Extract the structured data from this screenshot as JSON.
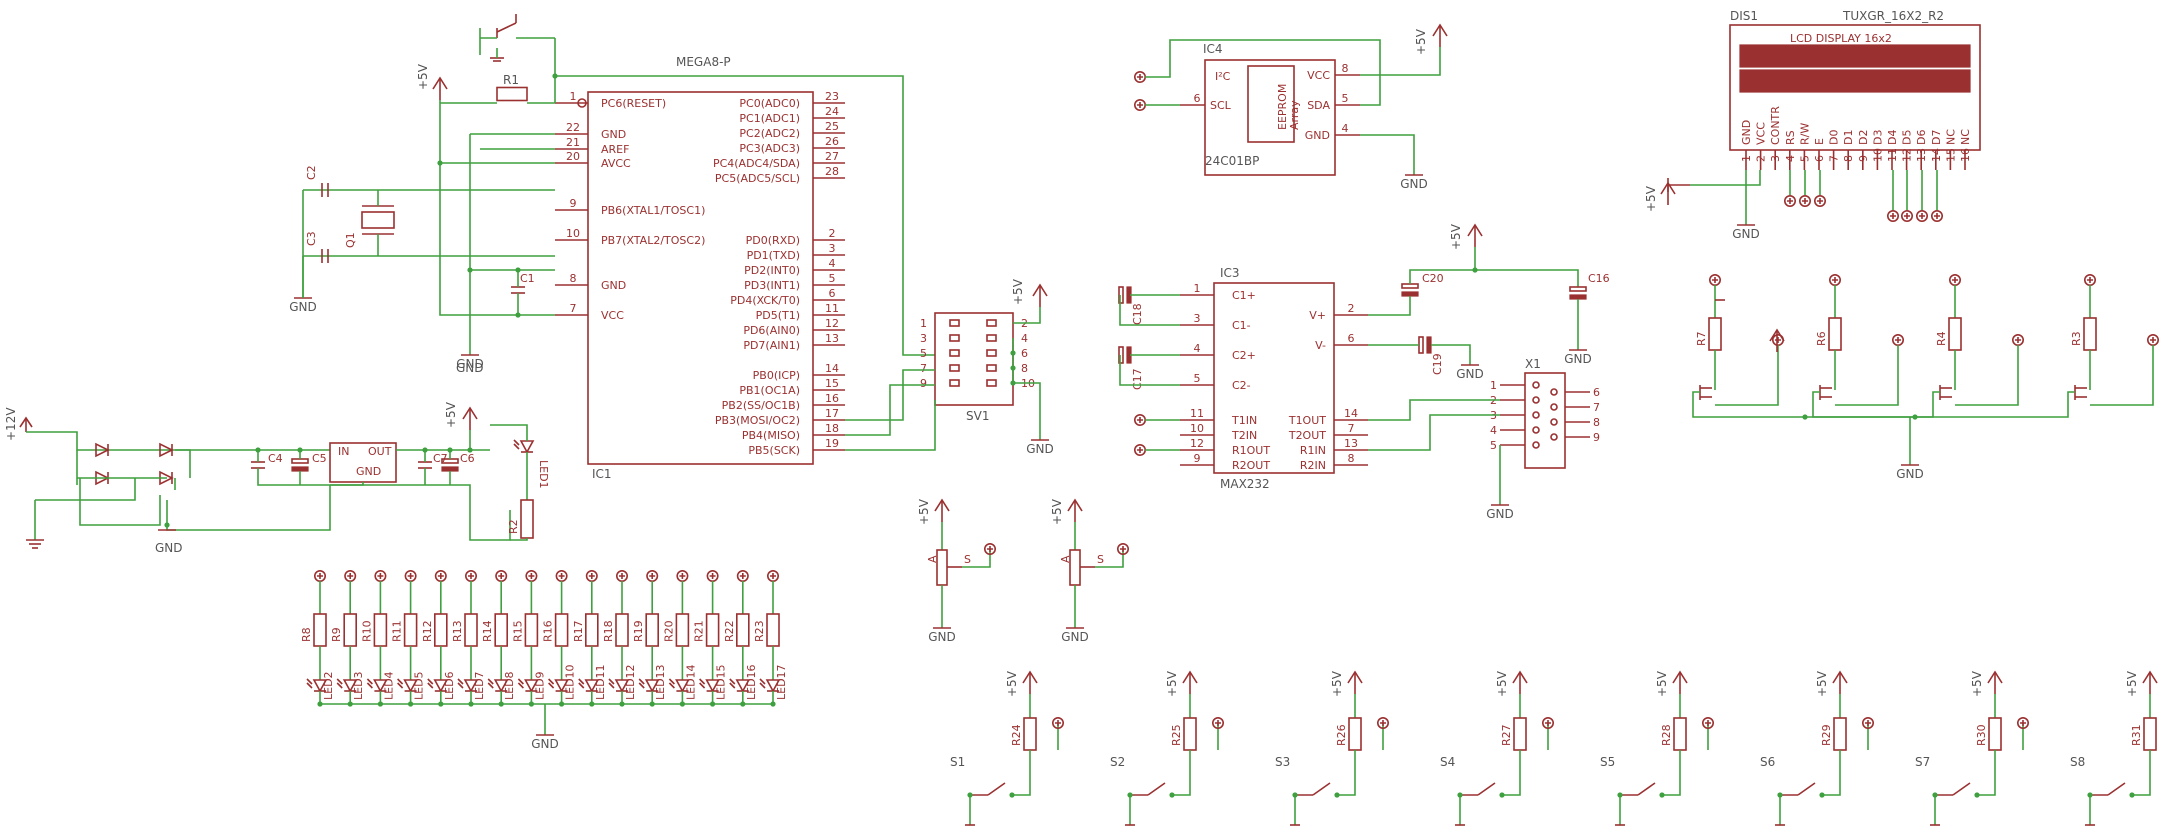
{
  "colors": {
    "wire": "#3fa03f",
    "symbol": "#9b3030",
    "text": "#555555",
    "background": "#ffffff"
  },
  "labels": {
    "ic1_name": "IC1",
    "ic1_value": "MEGA8-P",
    "ic4_name": "IC4",
    "ic4_value": "24C01BP",
    "ic4_inner": "EEPROM",
    "ic4_inner2": "Array",
    "i2c": "I²C",
    "ic3_name": "IC3",
    "ic3_value": "MAX232",
    "dis1_name": "DIS1",
    "dis1_value": "TUXGR_16X2_R2",
    "dis1_screen": "LCD DISPLAY 16x2",
    "sv1": "SV1",
    "x1": "X1",
    "q1": "Q1",
    "gnd": "GND",
    "p5v": "+5V",
    "p12v": "+12V",
    "r1": "R1",
    "r2": "R2",
    "led1": "LED1",
    "in": "IN",
    "out": "OUT",
    "c1": "C1",
    "c2": "C2",
    "c3": "C3",
    "c4": "C4",
    "c5": "C5",
    "c6": "C6",
    "c7": "C7",
    "c16": "C16",
    "c17": "C17",
    "c18": "C18",
    "c19": "C19",
    "c20": "C20",
    "s_label": "S",
    "a_label": "A",
    "e_label": "E"
  },
  "ic1_left_pins": [
    {
      "num": "1",
      "name": "PC6(RESET)"
    },
    {
      "num": "22",
      "name": "GND"
    },
    {
      "num": "21",
      "name": "AREF"
    },
    {
      "num": "20",
      "name": "AVCC"
    },
    {
      "num": "9",
      "name": "PB6(XTAL1/TOSC1)"
    },
    {
      "num": "10",
      "name": "PB7(XTAL2/TOSC2)"
    },
    {
      "num": "8",
      "name": "GND"
    },
    {
      "num": "7",
      "name": "VCC"
    }
  ],
  "ic1_right_pins": [
    {
      "num": "23",
      "name": "PC0(ADC0)"
    },
    {
      "num": "24",
      "name": "PC1(ADC1)"
    },
    {
      "num": "25",
      "name": "PC2(ADC2)"
    },
    {
      "num": "26",
      "name": "PC3(ADC3)"
    },
    {
      "num": "27",
      "name": "PC4(ADC4/SDA)"
    },
    {
      "num": "28",
      "name": "PC5(ADC5/SCL)"
    },
    {
      "num": "2",
      "name": "PD0(RXD)"
    },
    {
      "num": "3",
      "name": "PD1(TXD)"
    },
    {
      "num": "4",
      "name": "PD2(INT0)"
    },
    {
      "num": "5",
      "name": "PD3(INT1)"
    },
    {
      "num": "6",
      "name": "PD4(XCK/T0)"
    },
    {
      "num": "11",
      "name": "PD5(T1)"
    },
    {
      "num": "12",
      "name": "PD6(AIN0)"
    },
    {
      "num": "13",
      "name": "PD7(AIN1)"
    },
    {
      "num": "14",
      "name": "PB0(ICP)"
    },
    {
      "num": "15",
      "name": "PB1(OC1A)"
    },
    {
      "num": "16",
      "name": "PB2(SS/OC1B)"
    },
    {
      "num": "17",
      "name": "PB3(MOSI/OC2)"
    },
    {
      "num": "18",
      "name": "PB4(MISO)"
    },
    {
      "num": "19",
      "name": "PB5(SCK)"
    }
  ],
  "ic4_pins": [
    {
      "num": "6",
      "name": "SCL"
    },
    {
      "num": "8",
      "name": "VCC"
    },
    {
      "num": "5",
      "name": "SDA"
    },
    {
      "num": "4",
      "name": "GND"
    }
  ],
  "ic3_left_pins": [
    {
      "num": "1",
      "name": "C1+"
    },
    {
      "num": "3",
      "name": "C1-"
    },
    {
      "num": "4",
      "name": "C2+"
    },
    {
      "num": "5",
      "name": "C2-"
    },
    {
      "num": "11",
      "name": "T1IN"
    },
    {
      "num": "10",
      "name": "T2IN"
    },
    {
      "num": "12",
      "name": "R1OUT"
    },
    {
      "num": "9",
      "name": "R2OUT"
    }
  ],
  "ic3_right_pins": [
    {
      "num": "2",
      "name": "V+"
    },
    {
      "num": "6",
      "name": "V-"
    },
    {
      "num": "14",
      "name": "T1OUT"
    },
    {
      "num": "7",
      "name": "T2OUT"
    },
    {
      "num": "13",
      "name": "R1IN"
    },
    {
      "num": "8",
      "name": "R2IN"
    }
  ],
  "sv1_pins": [
    "1",
    "2",
    "3",
    "4",
    "5",
    "6",
    "7",
    "8",
    "9",
    "10"
  ],
  "x1_pins": [
    "1",
    "2",
    "3",
    "4",
    "5",
    "6",
    "7",
    "8",
    "9"
  ],
  "dis1_pins": [
    {
      "num": "1",
      "name": "GND"
    },
    {
      "num": "2",
      "name": "VCC"
    },
    {
      "num": "3",
      "name": "CONTR"
    },
    {
      "num": "4",
      "name": "RS"
    },
    {
      "num": "5",
      "name": "R/W"
    },
    {
      "num": "6",
      "name": "E"
    },
    {
      "num": "7",
      "name": "D0"
    },
    {
      "num": "8",
      "name": "D1"
    },
    {
      "num": "9",
      "name": "D2"
    },
    {
      "num": "10",
      "name": "D3"
    },
    {
      "num": "11",
      "name": "D4"
    },
    {
      "num": "12",
      "name": "D5"
    },
    {
      "num": "13",
      "name": "D6"
    },
    {
      "num": "14",
      "name": "D7"
    },
    {
      "num": "15",
      "name": "NC"
    },
    {
      "num": "16",
      "name": "NC"
    }
  ],
  "transistor_resistors": [
    "R7",
    "R6",
    "R4",
    "R3"
  ],
  "led_resistors": [
    "R8",
    "R9",
    "R10",
    "R11",
    "R12",
    "R13",
    "R14",
    "R15",
    "R16",
    "R17",
    "R18",
    "R19",
    "R20",
    "R21",
    "R22",
    "R23"
  ],
  "leds": [
    "LED2",
    "LED3",
    "LED4",
    "LED5",
    "LED6",
    "LED7",
    "LED8",
    "LED9",
    "LED10",
    "LED11",
    "LED12",
    "LED13",
    "LED14",
    "LED15",
    "LED16",
    "LED17"
  ],
  "switches": [
    {
      "s": "S1",
      "r": "R24"
    },
    {
      "s": "S2",
      "r": "R25"
    },
    {
      "s": "S3",
      "r": "R26"
    },
    {
      "s": "S4",
      "r": "R27"
    },
    {
      "s": "S5",
      "r": "R28"
    },
    {
      "s": "S6",
      "r": "R29"
    },
    {
      "s": "S7",
      "r": "R30"
    },
    {
      "s": "S8",
      "r": "R31"
    }
  ]
}
